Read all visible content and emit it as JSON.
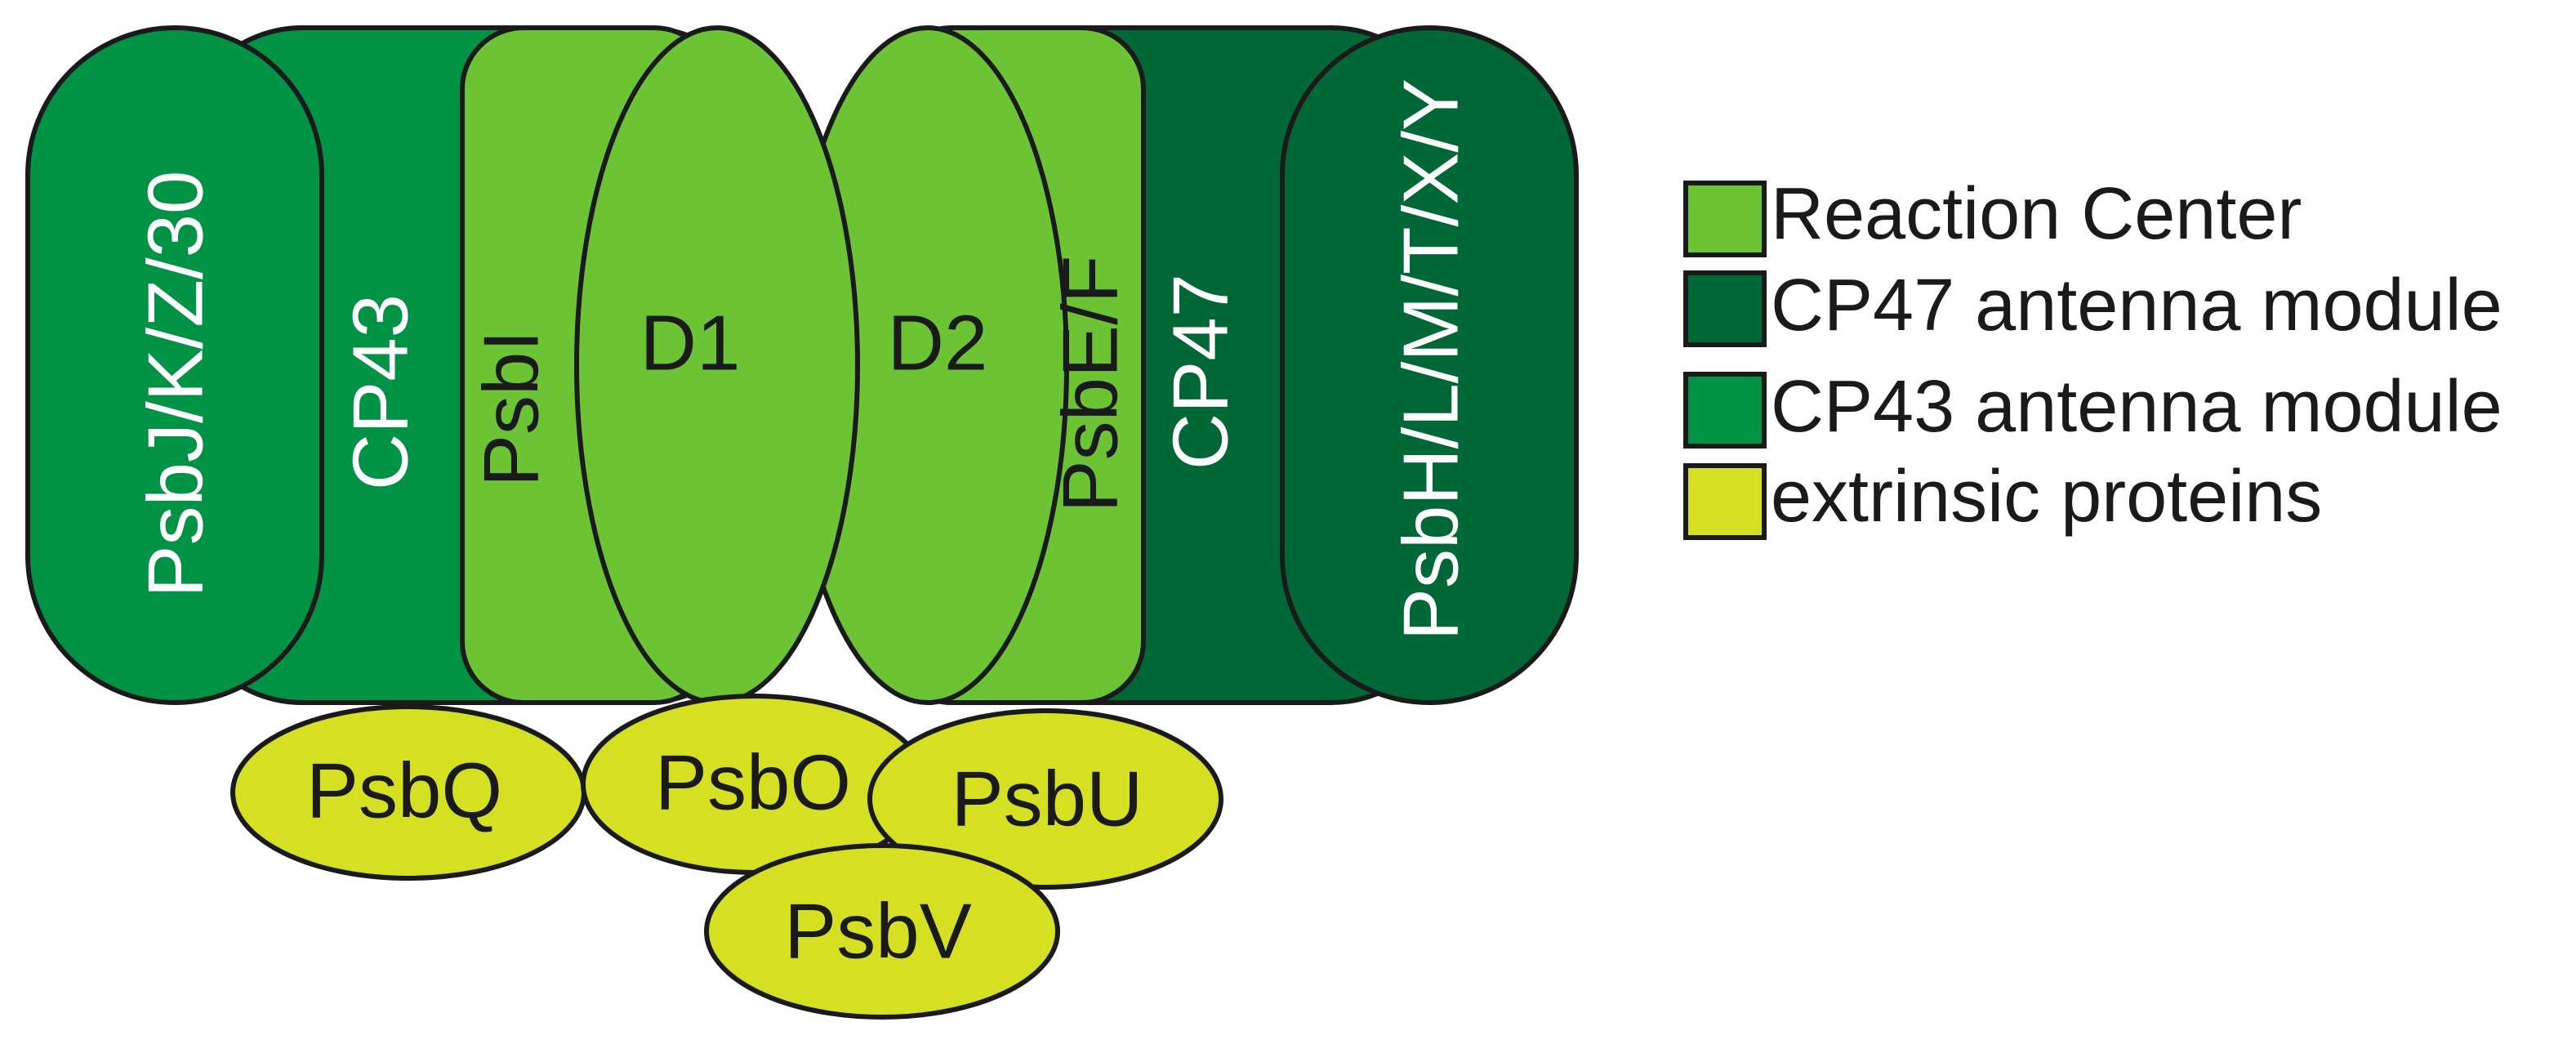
{
  "colors": {
    "reaction_center": "#6cc334",
    "cp47_module": "#006837",
    "cp43_module": "#009245",
    "extrinsic": "#d4e021",
    "outline": "#1a1a1a",
    "light_text": "#ffffff",
    "dark_text": "#1a1a1a"
  },
  "subunits": {
    "psbjkz30": "PsbJ/K/Z/30",
    "cp43": "CP43",
    "psbi": "PsbI",
    "d1": "D1",
    "d2": "D2",
    "psbef": "PsbE/F",
    "cp47": "CP47",
    "psbhlmtxy": "PsbH/L/M/T/X/Y"
  },
  "extrinsic_proteins": {
    "psbq": "PsbQ",
    "psbo": "PsbO",
    "psbu": "PsbU",
    "psbv": "PsbV"
  },
  "legend": {
    "items": [
      {
        "label": "Reaction Center",
        "color": "#6cc334"
      },
      {
        "label": "CP47 antenna module",
        "color": "#006837"
      },
      {
        "label": "CP43 antenna module",
        "color": "#009245"
      },
      {
        "label": "extrinsic proteins",
        "color": "#d4e021"
      }
    ]
  }
}
